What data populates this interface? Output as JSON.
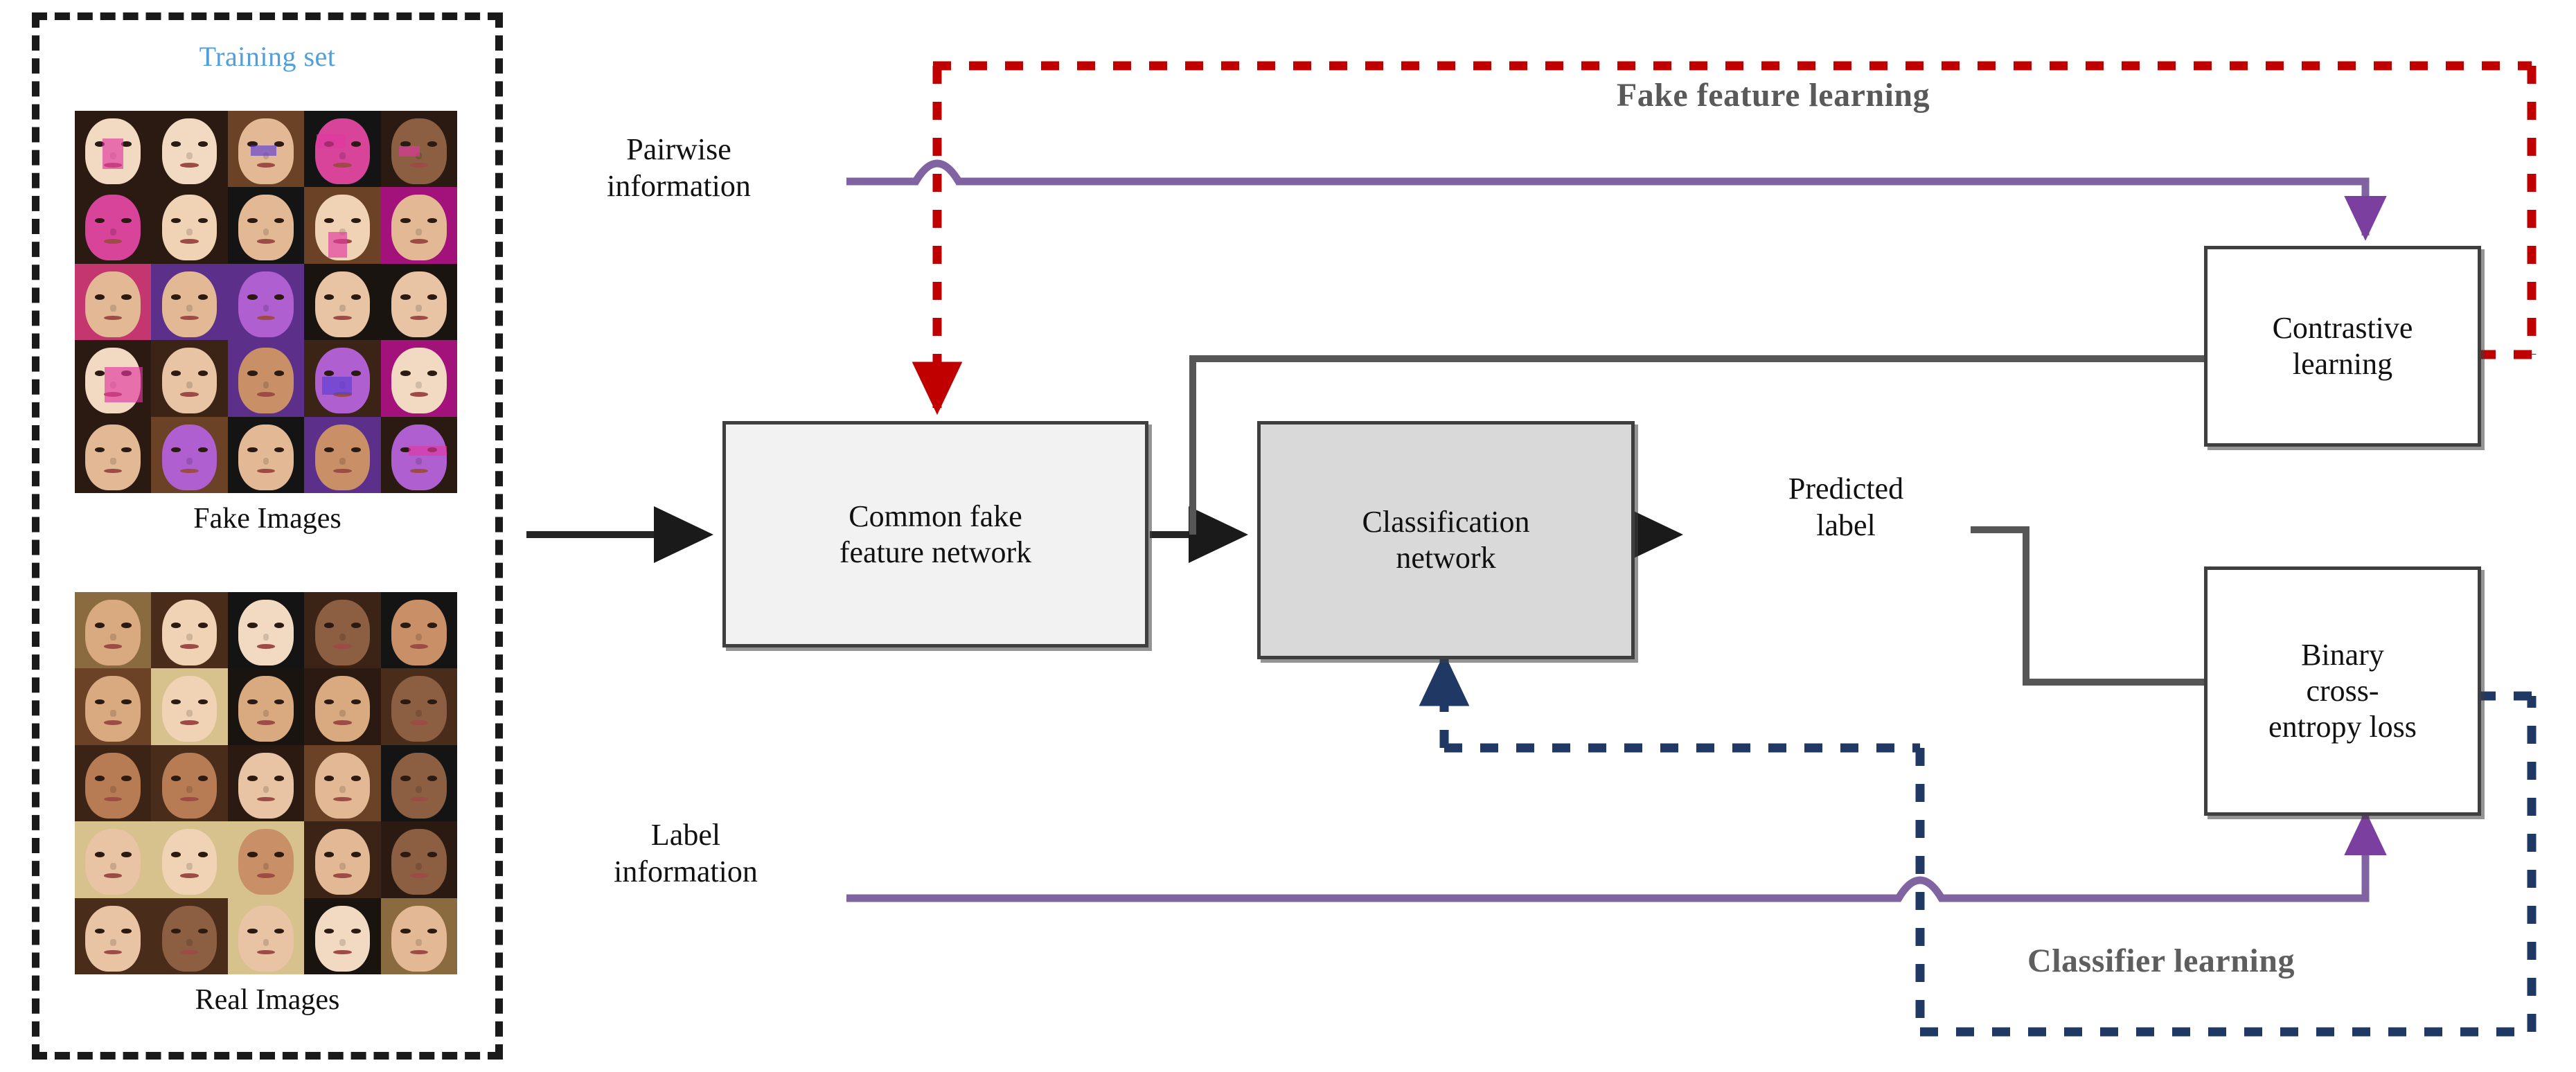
{
  "title": "Fake feature learning / Classifier learning pipeline diagram",
  "training_set": {
    "title": "Training set",
    "fake_label": "Fake Images",
    "real_label": "Real Images",
    "grid_rows": 5,
    "grid_cols": 5
  },
  "labels": {
    "pairwise_information": "Pairwise\ninformation",
    "pairwise_line1": "Pairwise",
    "pairwise_line2": "information",
    "label_information_line1": "Label",
    "label_information_line2": "information",
    "predicted_line1": "Predicted",
    "predicted_line2": "label"
  },
  "regions": {
    "fake_feature_learning": "Fake feature learning",
    "classifier_learning": "Classifier learning"
  },
  "nodes": {
    "common_fake": {
      "line1": "Common fake",
      "line2": "feature network"
    },
    "classification": {
      "line1": "Classification",
      "line2": "network"
    },
    "contrastive": {
      "line1": "Contrastive",
      "line2": "learning"
    },
    "bce": {
      "line1": "Binary",
      "line2": "cross-",
      "line3": "entropy loss"
    }
  },
  "colors": {
    "training_title": "#4f9ede",
    "fake_feature_region": "#c00000",
    "classifier_region": "#1f3864",
    "information_line": "#8064a2",
    "arrow": "#262626",
    "region_text": "#595959",
    "common_fake_fill": "#f2f2f2",
    "classification_fill": "#d9d9d9",
    "box_border": "#3f3f3f"
  },
  "icons": {
    "red_dashed_border": "fake-feature-region-boundary",
    "blue_dashed_border": "classifier-region-boundary",
    "purple_line": "information-flow-line",
    "black_arrow": "data-flow-arrow"
  }
}
